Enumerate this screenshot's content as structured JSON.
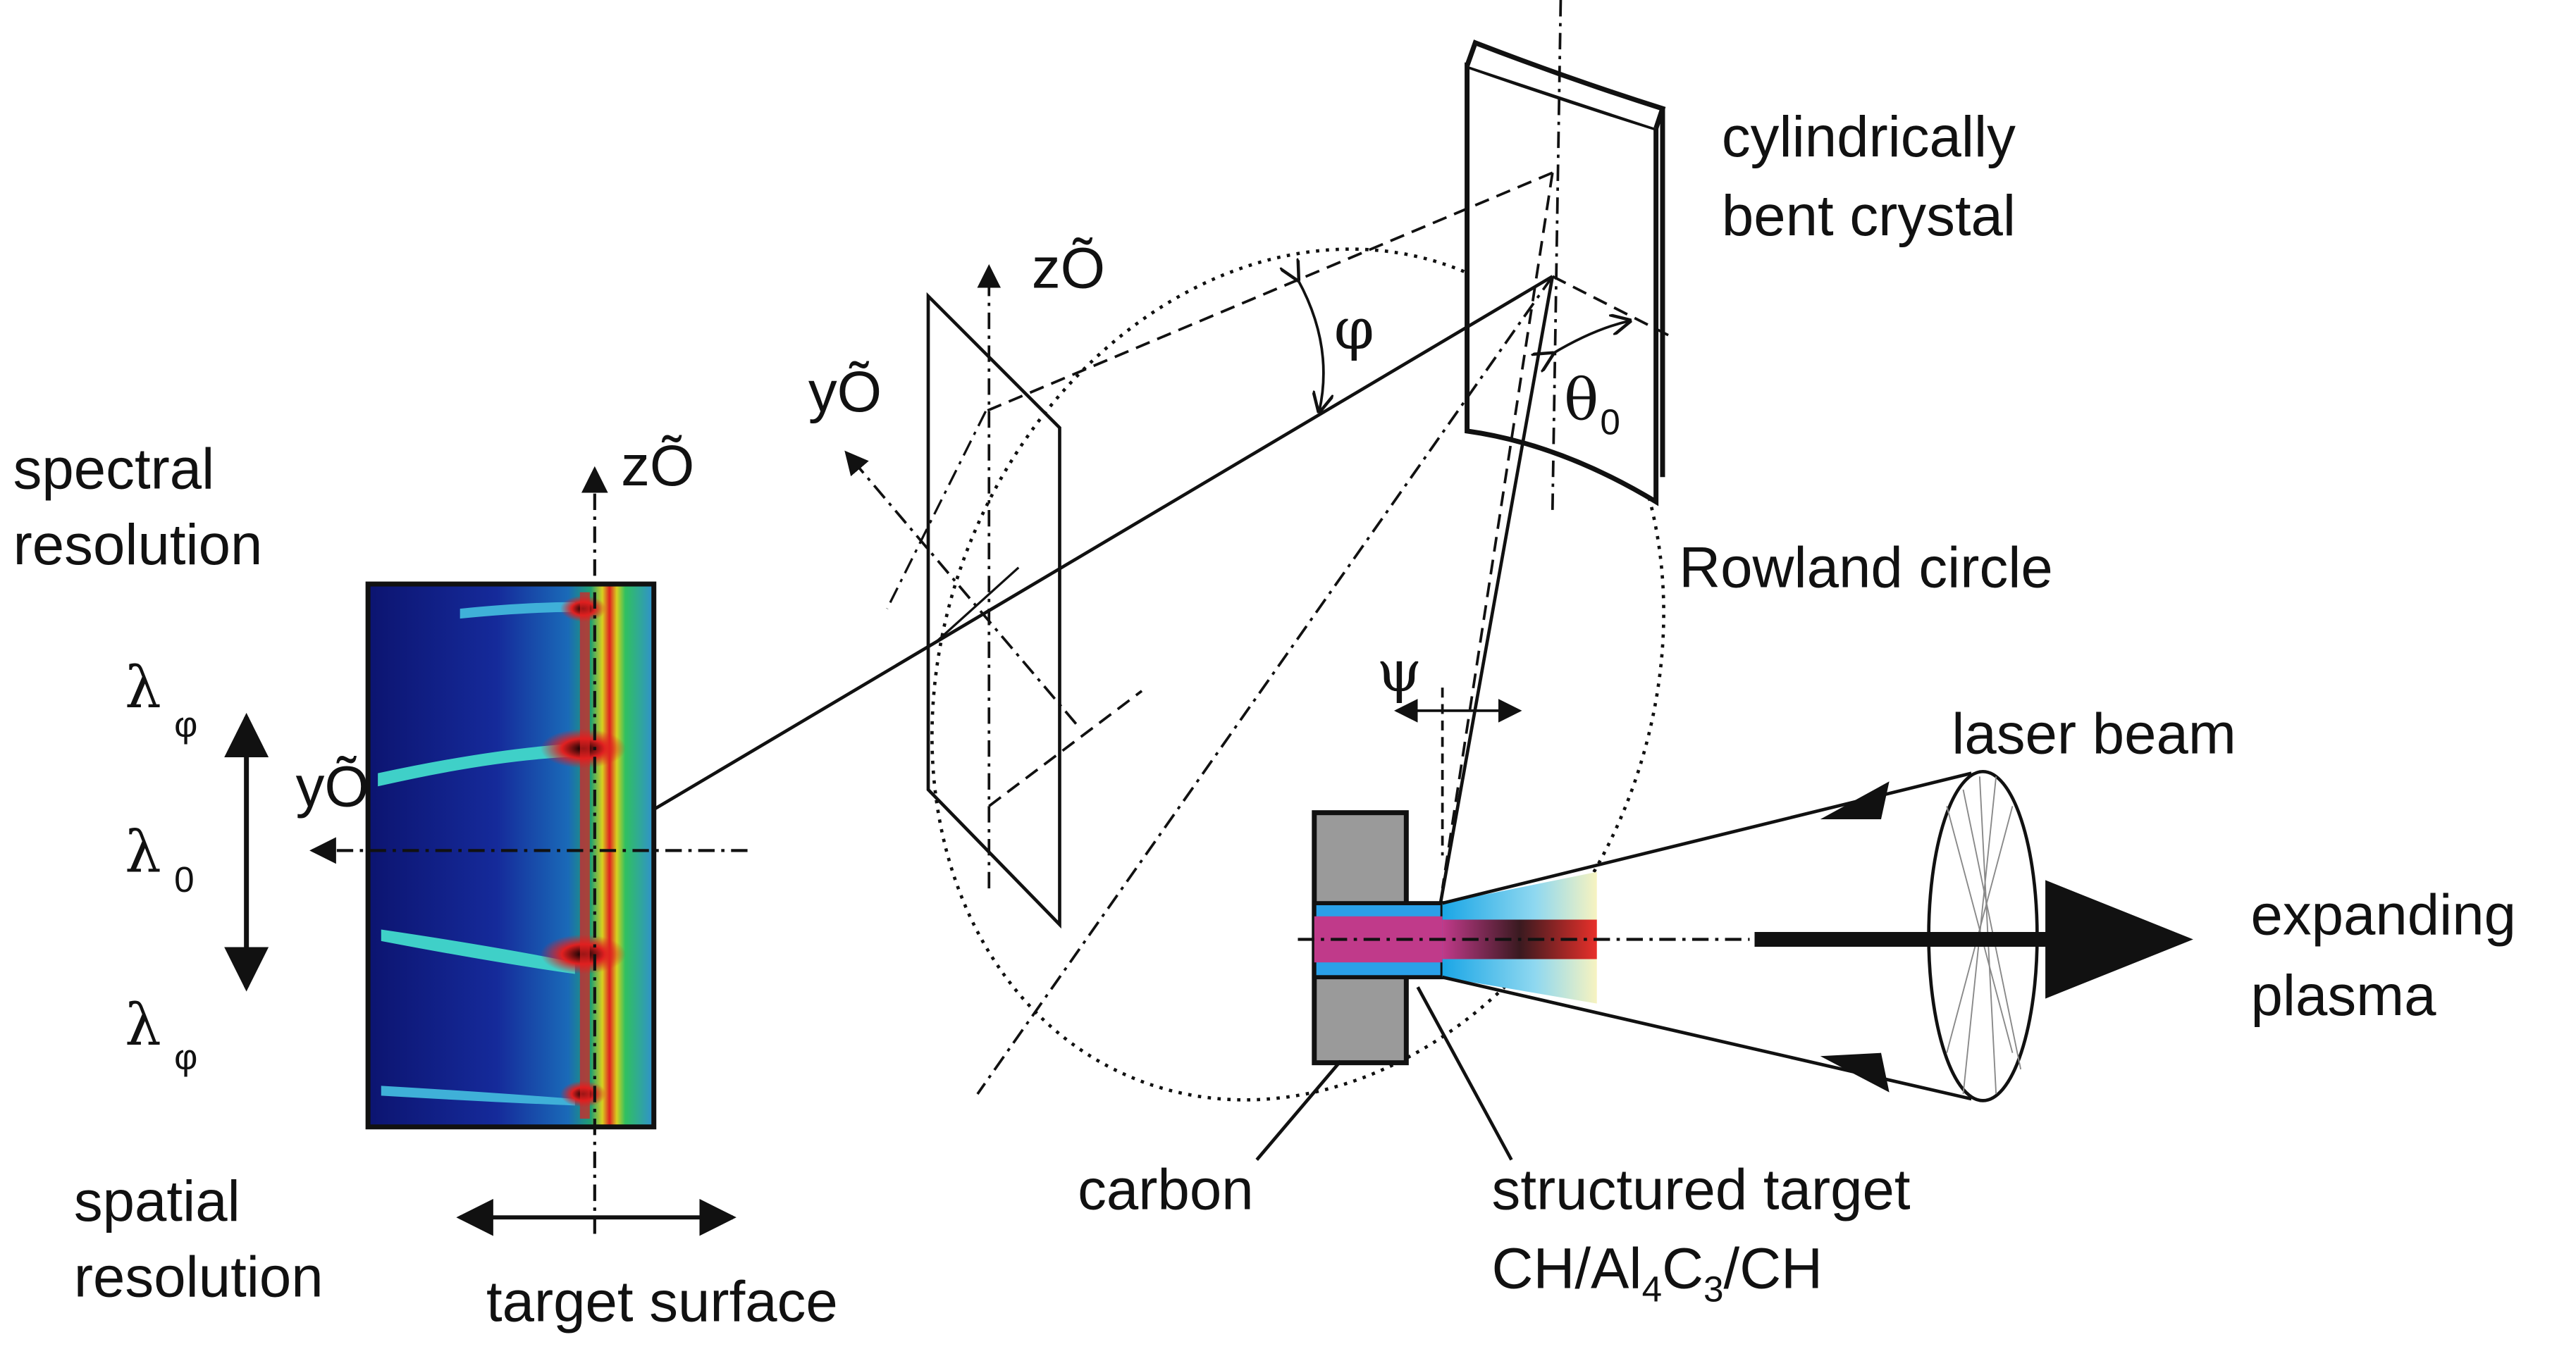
{
  "labels": {
    "crystal_line1": "cylindrically",
    "crystal_line2": "bent crystal",
    "rowland": "Rowland circle",
    "phi": "φ",
    "theta": "θ",
    "theta_sub": "0",
    "psi": "ψ",
    "z_plane": "zÕ",
    "y_plane": "yÕ",
    "z_detector": "zÕ",
    "y_detector": "yÕ",
    "spectral_line1": "spectral",
    "spectral_line2": "resolution",
    "lambda": "λ",
    "lambda_phi_sub": "φ",
    "lambda_zero_sub": "0",
    "spatial_line1": "spatial",
    "spatial_line2": "resolution",
    "target_surface": "target surface",
    "laser_beam": "laser beam",
    "expanding_line1": "expanding",
    "expanding_line2": "plasma",
    "carbon": "carbon",
    "structured_line1": "structured target",
    "structured_formula": {
      "part1": "CH/Al",
      "sub1": "4",
      "part2": "C",
      "sub2": "3",
      "part3": "/CH"
    }
  },
  "colors": {
    "line": "#111111",
    "spectrum_background": "#101a8c",
    "spectrum_line_core": "#e02020",
    "spectrum_glow": "#30c060",
    "spectrum_edge": "#f0e020",
    "target_blue": "#2aa0e8",
    "target_magenta": "#c03a8a",
    "plasma_red": "#e8302a",
    "carbon_gray": "#9a9a9a"
  }
}
